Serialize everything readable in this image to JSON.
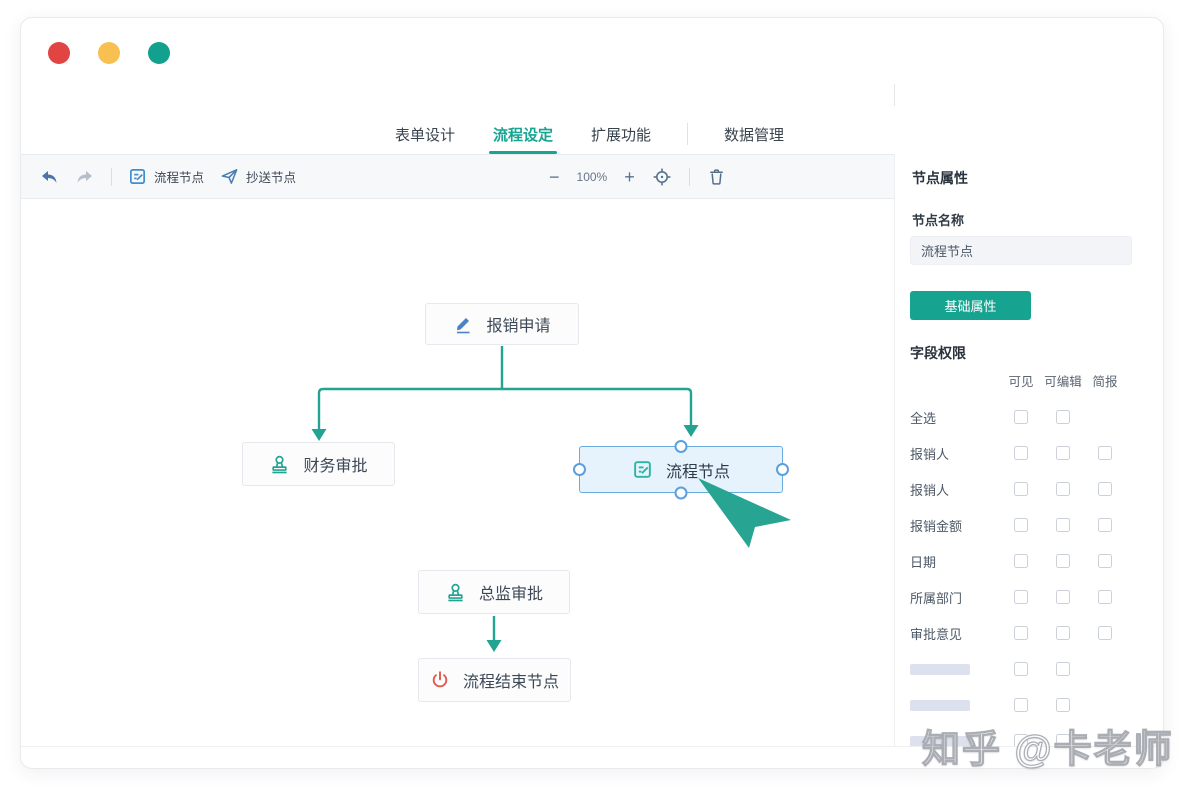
{
  "window": {
    "traffic_lights": [
      {
        "name": "close",
        "color": "#e14442"
      },
      {
        "name": "minimize",
        "color": "#f8c050"
      },
      {
        "name": "expand",
        "color": "#12a18e"
      }
    ]
  },
  "tabs": [
    {
      "label": "表单设计",
      "active": false
    },
    {
      "label": "流程设定",
      "active": true
    },
    {
      "label": "扩展功能",
      "active": false
    },
    {
      "label": "数据管理",
      "active": false
    }
  ],
  "toolbar": {
    "flow_node_label": "流程节点",
    "cc_node_label": "抄送节点",
    "zoom_out": "−",
    "zoom_level": "100%",
    "zoom_in": "+",
    "icons": {
      "undo": "undo-icon",
      "redo": "redo-icon",
      "flow_node": "form-icon",
      "cc_node": "paper-plane-icon",
      "locate": "crosshair-icon",
      "delete": "trash-icon"
    }
  },
  "flow": {
    "start": {
      "label": "报销申请",
      "icon": "pencil-icon"
    },
    "finance": {
      "label": "财务审批",
      "icon": "stamp-icon"
    },
    "process": {
      "label": "流程节点",
      "icon": "form-icon",
      "selected": true
    },
    "director": {
      "label": "总监审批",
      "icon": "stamp-icon"
    },
    "end": {
      "label": "流程结束节点",
      "icon": "power-icon"
    }
  },
  "panel": {
    "title": "节点属性",
    "name_label": "节点名称",
    "name_value": "流程节点",
    "basic_button": "基础属性",
    "permissions_title": "字段权限",
    "columns": [
      "可见",
      "可编辑",
      "简报"
    ],
    "rows": [
      {
        "label": "全选",
        "placeholder": false,
        "boxes": [
          true,
          true,
          false
        ]
      },
      {
        "label": "报销人",
        "placeholder": false,
        "boxes": [
          true,
          true,
          true
        ]
      },
      {
        "label": "报销人",
        "placeholder": false,
        "boxes": [
          true,
          true,
          true
        ]
      },
      {
        "label": "报销金额",
        "placeholder": false,
        "boxes": [
          true,
          true,
          true
        ]
      },
      {
        "label": "日期",
        "placeholder": false,
        "boxes": [
          true,
          true,
          true
        ]
      },
      {
        "label": "所属部门",
        "placeholder": false,
        "boxes": [
          true,
          true,
          true
        ]
      },
      {
        "label": "审批意见",
        "placeholder": false,
        "boxes": [
          true,
          true,
          true
        ]
      },
      {
        "label": "",
        "placeholder": true,
        "boxes": [
          true,
          true,
          false
        ]
      },
      {
        "label": "",
        "placeholder": true,
        "boxes": [
          true,
          true,
          false
        ]
      },
      {
        "label": "",
        "placeholder": true,
        "boxes": [
          true,
          true,
          false
        ]
      }
    ]
  },
  "watermark": "知乎 @卡老师",
  "colors": {
    "accent_teal": "#16a390",
    "connector_teal": "#23a492",
    "selection_blue": "#6aabe0",
    "toolbar_icon_blue": "#3e8ed0",
    "danger_red": "#e25750"
  }
}
